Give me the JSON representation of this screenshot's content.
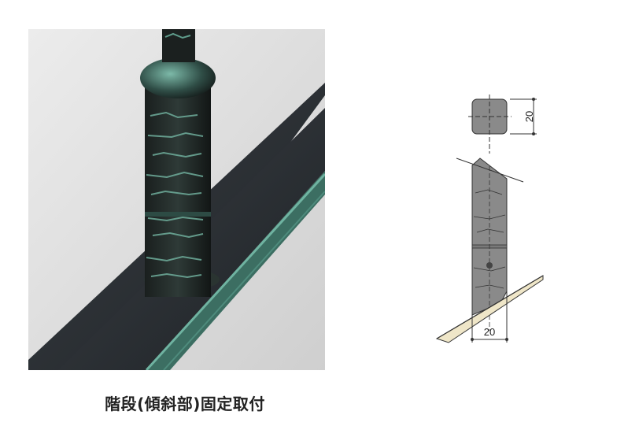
{
  "caption": "階段(傾斜部)固定取付",
  "drawing": {
    "post_size_label": "20",
    "base_width_label": "20"
  },
  "colors": {
    "photo_bg": "#dcdcdc",
    "rail": "#2b2f33",
    "patina": "#5fa08e",
    "drawing_fill": "#8a8a8a",
    "floor_fill": "#efe6c8"
  }
}
